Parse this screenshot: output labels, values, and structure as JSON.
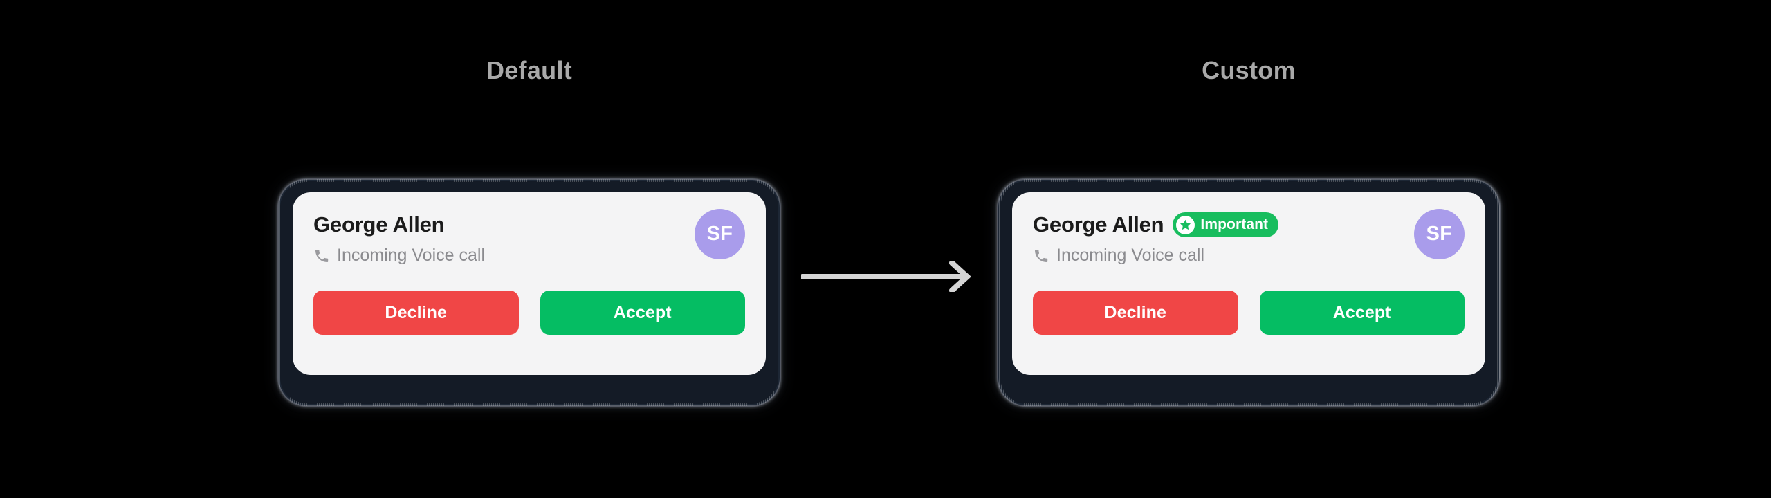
{
  "page": {
    "background_color": "#000000"
  },
  "sections": [
    {
      "caption": "Default",
      "card": {
        "contact_name": "George Allen",
        "subtitle": "Incoming Voice call",
        "phone_icon": "phone-icon",
        "badge": null,
        "avatar": {
          "initials": "SF",
          "color": "#a99ceb"
        },
        "buttons": [
          {
            "label": "Decline",
            "color": "#f04646"
          },
          {
            "label": "Accept",
            "color": "#05bd63"
          }
        ]
      }
    },
    {
      "caption": "Custom",
      "card": {
        "contact_name": "George Allen",
        "subtitle": "Incoming Voice call",
        "phone_icon": "phone-icon",
        "badge": {
          "label": "Important",
          "icon": "star-circle-icon",
          "color": "#18bd5e"
        },
        "avatar": {
          "initials": "SF",
          "color": "#a99ceb"
        },
        "buttons": [
          {
            "label": "Decline",
            "color": "#f04646"
          },
          {
            "label": "Accept",
            "color": "#05bd63"
          }
        ]
      }
    }
  ],
  "arrow": {
    "direction": "right",
    "color": "#d5d5d5",
    "icon": "arrow-right-icon"
  },
  "colors": {
    "card_background": "#f4f4f5",
    "device_frame": "#141b26",
    "caption_text": "#a9a9a9",
    "name_text": "#1b1b1b",
    "subtitle_text": "#8b8b8f"
  }
}
